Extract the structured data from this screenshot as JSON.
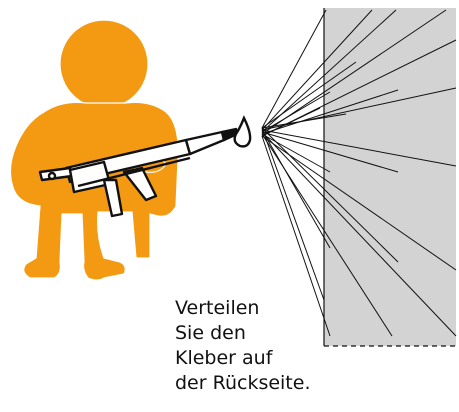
{
  "caption": {
    "lines": [
      "Verteilen",
      "Sie den",
      "Kleber auf",
      "der Rückseite."
    ]
  },
  "colors": {
    "figure": "#f39a12",
    "panel": "#d3d3d3",
    "line": "#111111",
    "background": "#ffffff"
  },
  "icons": {
    "figure": "person-silhouette",
    "tool": "caulking-gun",
    "drop": "adhesive-droplet"
  }
}
